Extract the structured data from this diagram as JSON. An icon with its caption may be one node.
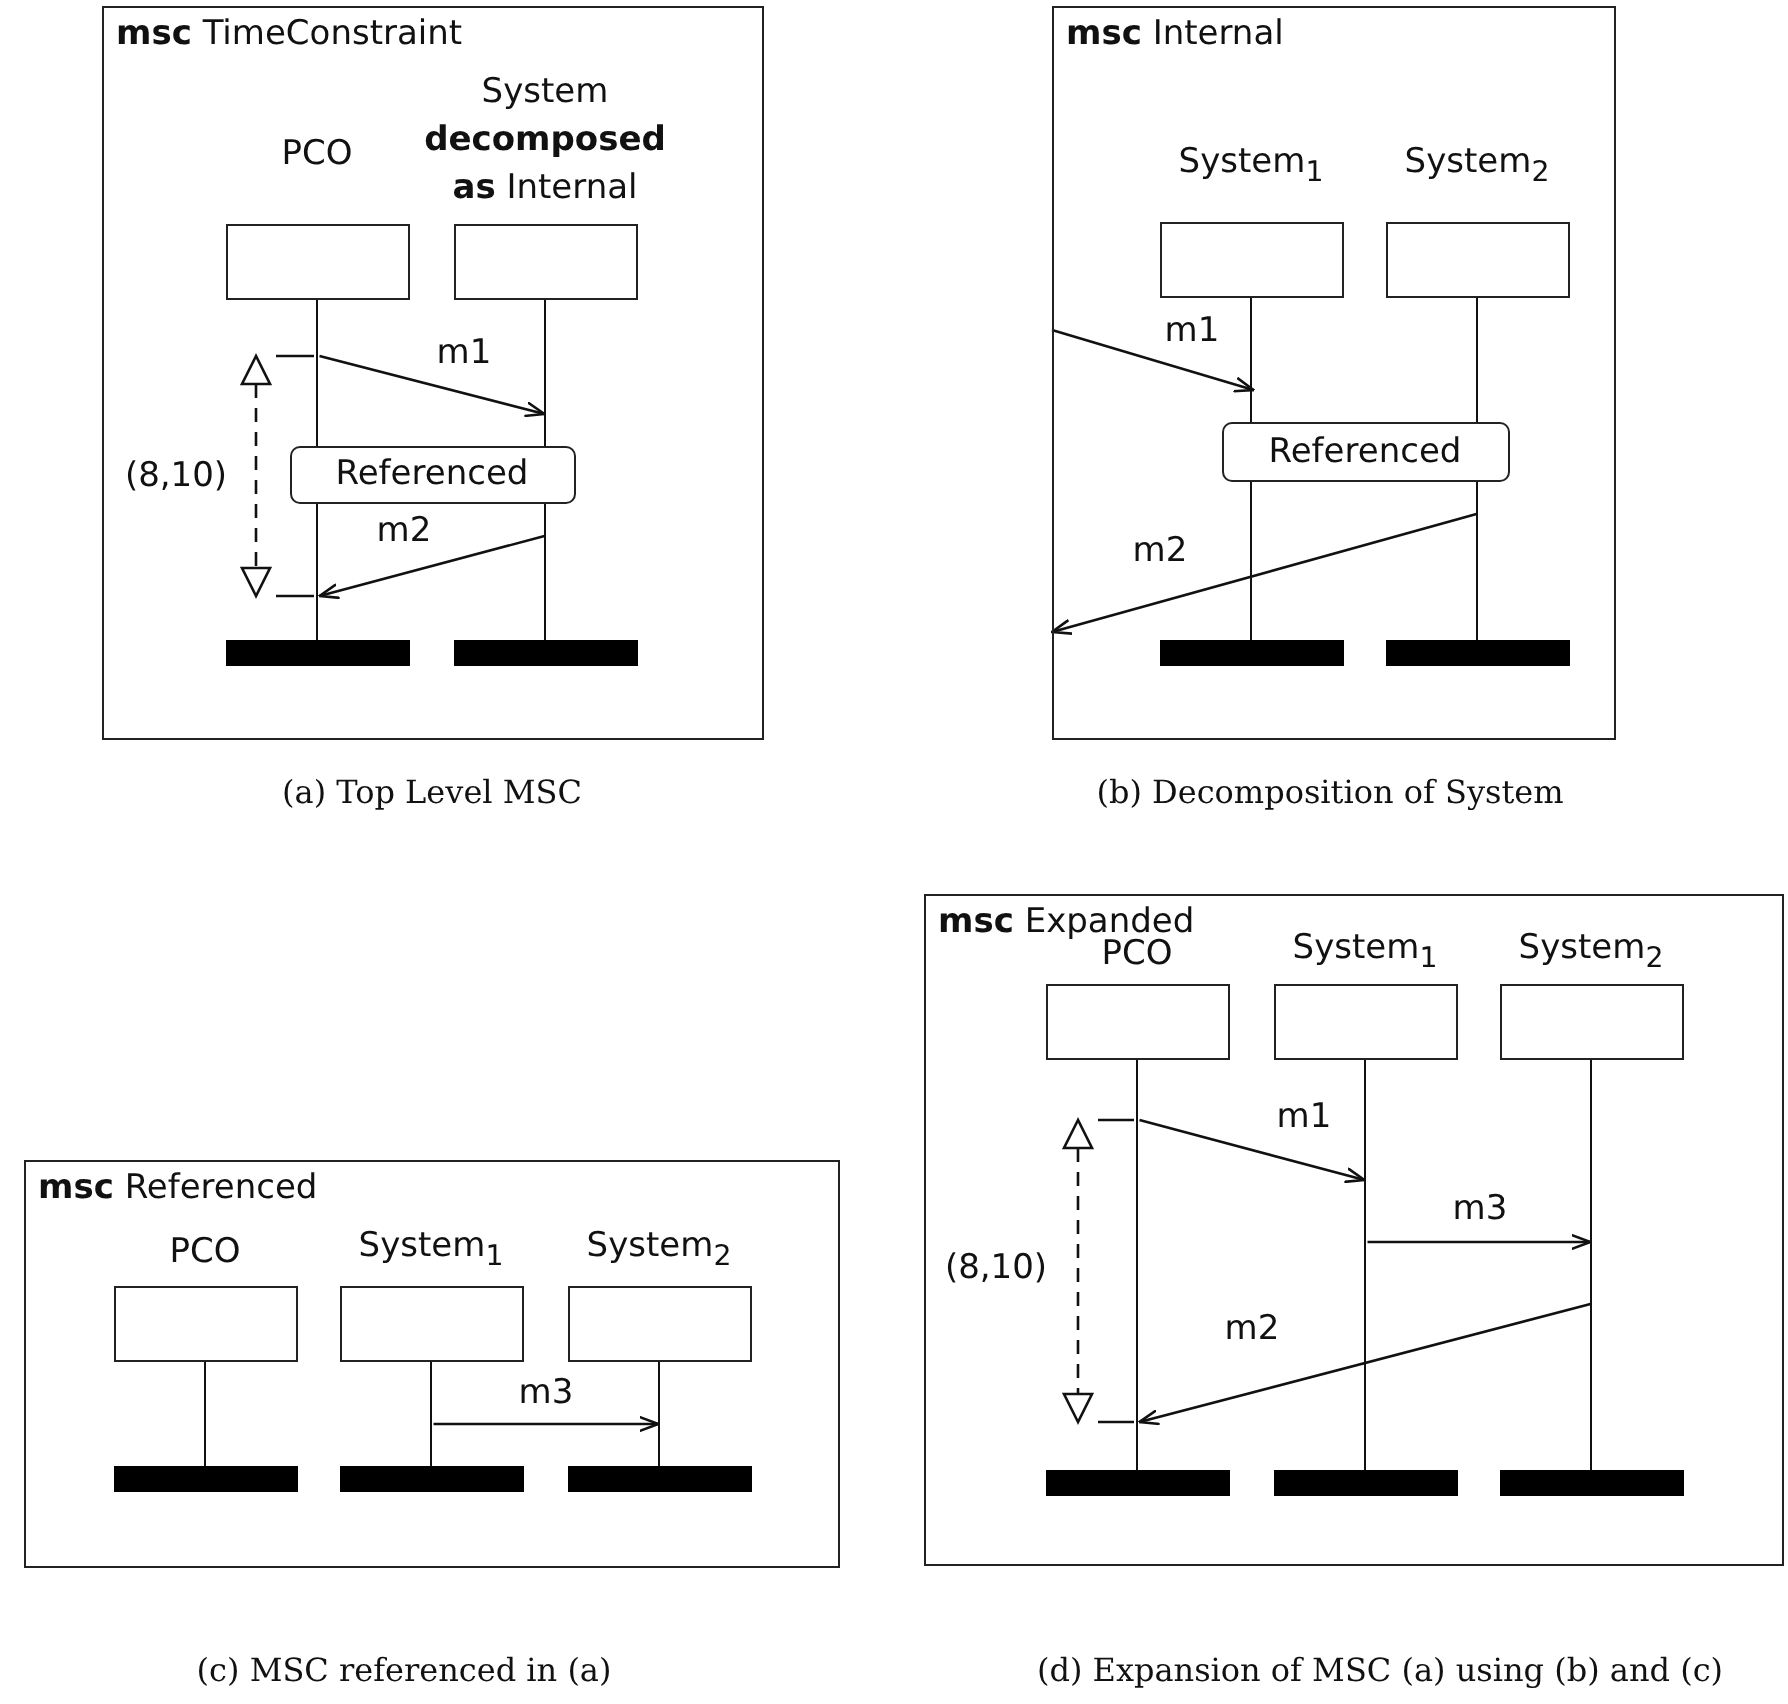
{
  "diagram": {
    "nodes": [
      {
        "text": [
          "**msc** TimeConstraint"
        ]
      },
      {
        "text": [
          "PCO"
        ],
        "in": 0
      },
      {
        "text": [
          "System **decomposed as** Internal"
        ],
        "in": 0
      },
      {
        "text": [],
        "shape": "line",
        "in": 0
      },
      {
        "text": [],
        "shape": "line",
        "in": 0
      },
      {
        "text": [
          "Referenced"
        ],
        "in": 0
      },
      {
        "text": [],
        "shape": "bar",
        "in": 0
      },
      {
        "text": [],
        "shape": "bar",
        "in": 0
      },
      {
        "text": [
          "**msc** Internal"
        ]
      },
      {
        "text": [
          "System$_{1}$"
        ],
        "in": 8
      },
      {
        "text": [
          "System$_{2}$"
        ],
        "in": 8
      },
      {
        "text": [],
        "shape": "line",
        "in": 8
      },
      {
        "text": [],
        "shape": "line",
        "in": 8
      },
      {
        "text": [
          "Referenced"
        ],
        "in": 8
      },
      {
        "text": [],
        "shape": "bar",
        "in": 8
      },
      {
        "text": [],
        "shape": "bar",
        "in": 8
      },
      {
        "text": [
          "**msc** Referenced"
        ]
      },
      {
        "text": [
          "PCO"
        ],
        "in": 16
      },
      {
        "text": [
          "System$_{1}$"
        ],
        "in": 16
      },
      {
        "text": [
          "System$_{2}$"
        ],
        "in": 16
      },
      {
        "text": [],
        "shape": "line",
        "in": 16
      },
      {
        "text": [],
        "shape": "line",
        "in": 16
      },
      {
        "text": [],
        "shape": "line",
        "in": 16
      },
      {
        "text": [],
        "shape": "bar",
        "in": 16
      },
      {
        "text": [],
        "shape": "bar",
        "in": 16
      },
      {
        "text": [],
        "shape": "bar",
        "in": 16
      },
      {
        "text": [
          "**msc** Expanded"
        ]
      },
      {
        "text": [
          "PCO"
        ],
        "in": 26
      },
      {
        "text": [
          "System$_{1}$"
        ],
        "in": 26
      },
      {
        "text": [
          "System$_{2}$"
        ],
        "in": 26
      },
      {
        "text": [],
        "shape": "line",
        "in": 26
      },
      {
        "text": [],
        "shape": "line",
        "in": 26
      },
      {
        "text": [],
        "shape": "line",
        "in": 26
      },
      {
        "text": [],
        "shape": "bar",
        "in": 26
      },
      {
        "text": [],
        "shape": "bar",
        "in": 26
      },
      {
        "text": [],
        "shape": "bar",
        "in": 26
      }
    ],
    "edges": [
      {
        "from": 3,
        "to": 4,
        "arrow": "to",
        "label": "m1"
      },
      {
        "from": 4,
        "to": 3,
        "arrow": "to",
        "label": "m2"
      },
      {
        "from": 8,
        "to": 11,
        "arrow": "to",
        "label": "m1"
      },
      {
        "from": 12,
        "to": 8,
        "arrow": "to",
        "label": "m2"
      },
      {
        "from": 21,
        "to": 22,
        "arrow": "to",
        "label": "m3"
      },
      {
        "from": 30,
        "to": 31,
        "arrow": "to",
        "label": "m1"
      },
      {
        "from": 31,
        "to": 32,
        "arrow": "to",
        "label": "m3"
      },
      {
        "from": 32,
        "to": 30,
        "arrow": "to",
        "label": "m2"
      }
    ],
    "labels": [
      "(8,10)",
      "(a) Top Level MSC",
      "(b) Decomposition of System",
      "(8,10)",
      "(c) MSC referenced in (a)",
      "(d) Expansion of MSC (a) using (b) and (c)"
    ]
  }
}
